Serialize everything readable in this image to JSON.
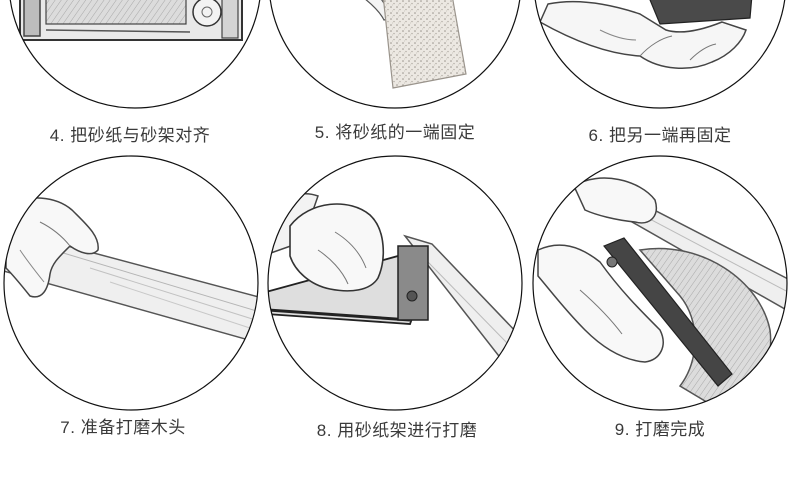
{
  "steps": [
    {
      "label": "4. 把砂纸与砂架对齐"
    },
    {
      "label": "5. 将砂纸的一端固定"
    },
    {
      "label": "6. 把另一端再固定"
    },
    {
      "label": "7. 准备打磨木头"
    },
    {
      "label": "8. 用砂纸架进行打磨"
    },
    {
      "label": "9. 打磨完成"
    }
  ],
  "colors": {
    "background": "#ffffff",
    "caption": "#3a3a3a",
    "circle_stroke": "#111111"
  }
}
